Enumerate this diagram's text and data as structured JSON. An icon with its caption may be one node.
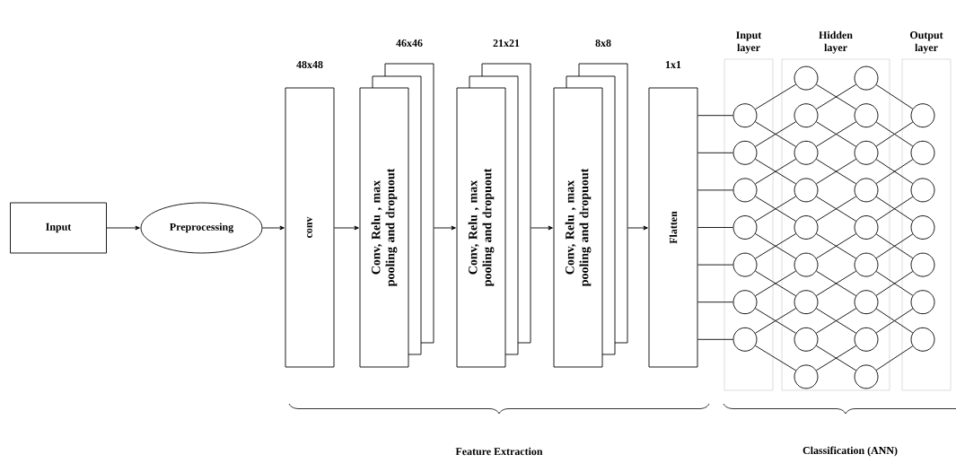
{
  "diagram": {
    "nodes": [
      {
        "text": [
          "Input"
        ]
      },
      {
        "text": [
          "Preprocessing"
        ]
      },
      {
        "text": [
          "conv"
        ],
        "beside": [
          "48x48"
        ]
      },
      {
        "text": [
          "Conv, Relu , max pooling and dropuout"
        ],
        "beside": [
          "46x46"
        ]
      },
      {
        "text": [
          "Conv, Relu , max pooling and dropuout"
        ],
        "beside": [
          "21x21"
        ]
      },
      {
        "text": [
          "Conv, Relu , max pooling and dropuout"
        ],
        "beside": [
          "8x8"
        ]
      },
      {
        "text": [
          "Flatten"
        ],
        "beside": [
          "1x1"
        ]
      },
      {
        "text": [
          "Input layer"
        ]
      },
      {
        "text": [
          "Hidden layer"
        ]
      },
      {
        "text": [
          "Output layer"
        ]
      },
      {
        "text": [],
        "shape": "circle",
        "in": 7
      },
      {
        "text": [],
        "shape": "circle",
        "in": 7
      },
      {
        "text": [],
        "shape": "circle",
        "in": 7
      },
      {
        "text": [],
        "shape": "circle",
        "in": 7
      },
      {
        "text": [],
        "shape": "circle",
        "in": 7
      },
      {
        "text": [],
        "shape": "circle",
        "in": 7
      },
      {
        "text": [],
        "shape": "circle",
        "in": 7
      },
      {
        "text": [],
        "shape": "circle",
        "in": 8
      },
      {
        "text": [],
        "shape": "circle",
        "in": 8
      },
      {
        "text": [],
        "shape": "circle",
        "in": 8
      },
      {
        "text": [],
        "shape": "circle",
        "in": 8
      },
      {
        "text": [],
        "shape": "circle",
        "in": 8
      },
      {
        "text": [],
        "shape": "circle",
        "in": 8
      },
      {
        "text": [],
        "shape": "circle",
        "in": 8
      },
      {
        "text": [],
        "shape": "circle",
        "in": 8
      },
      {
        "text": [],
        "shape": "circle",
        "in": 8
      },
      {
        "text": [],
        "shape": "circle",
        "in": 8
      },
      {
        "text": [],
        "shape": "circle",
        "in": 8
      },
      {
        "text": [],
        "shape": "circle",
        "in": 8
      },
      {
        "text": [],
        "shape": "circle",
        "in": 8
      },
      {
        "text": [],
        "shape": "circle",
        "in": 8
      },
      {
        "text": [],
        "shape": "circle",
        "in": 8
      },
      {
        "text": [],
        "shape": "circle",
        "in": 8
      },
      {
        "text": [],
        "shape": "circle",
        "in": 8
      },
      {
        "text": [],
        "shape": "circle",
        "in": 8
      },
      {
        "text": [],
        "shape": "circle",
        "in": 9
      },
      {
        "text": [],
        "shape": "circle",
        "in": 9
      },
      {
        "text": [],
        "shape": "circle",
        "in": 9
      },
      {
        "text": [],
        "shape": "circle",
        "in": 9
      },
      {
        "text": [],
        "shape": "circle",
        "in": 9
      },
      {
        "text": [],
        "shape": "circle",
        "in": 9
      },
      {
        "text": [],
        "shape": "circle",
        "in": 9
      }
    ],
    "edges": [
      {
        "from": 0,
        "to": 1,
        "arrow": "to"
      },
      {
        "from": 1,
        "to": 2,
        "arrow": "to"
      },
      {
        "from": 2,
        "to": 3,
        "arrow": "to"
      },
      {
        "from": 3,
        "to": 4,
        "arrow": "to"
      },
      {
        "from": 4,
        "to": 5,
        "arrow": "to"
      },
      {
        "from": 5,
        "to": 6,
        "arrow": "to"
      },
      {
        "from": 6,
        "to": 10,
        "arrow": "none"
      },
      {
        "from": 6,
        "to": 11,
        "arrow": "none"
      },
      {
        "from": 6,
        "to": 12,
        "arrow": "none"
      },
      {
        "from": 6,
        "to": 13,
        "arrow": "none"
      },
      {
        "from": 6,
        "to": 14,
        "arrow": "none"
      },
      {
        "from": 6,
        "to": 15,
        "arrow": "none"
      },
      {
        "from": 6,
        "to": 16,
        "arrow": "none"
      },
      {
        "from": 10,
        "to": 17,
        "arrow": "none"
      },
      {
        "from": 10,
        "to": 19,
        "arrow": "none"
      },
      {
        "from": 11,
        "to": 18,
        "arrow": "none"
      },
      {
        "from": 11,
        "to": 20,
        "arrow": "none"
      },
      {
        "from": 12,
        "to": 19,
        "arrow": "none"
      },
      {
        "from": 12,
        "to": 21,
        "arrow": "none"
      },
      {
        "from": 13,
        "to": 20,
        "arrow": "none"
      },
      {
        "from": 13,
        "to": 22,
        "arrow": "none"
      },
      {
        "from": 14,
        "to": 21,
        "arrow": "none"
      },
      {
        "from": 14,
        "to": 23,
        "arrow": "none"
      },
      {
        "from": 15,
        "to": 22,
        "arrow": "none"
      },
      {
        "from": 15,
        "to": 24,
        "arrow": "none"
      },
      {
        "from": 16,
        "to": 23,
        "arrow": "none"
      },
      {
        "from": 16,
        "to": 25,
        "arrow": "none"
      },
      {
        "from": 17,
        "to": 27,
        "arrow": "none"
      },
      {
        "from": 18,
        "to": 26,
        "arrow": "none"
      },
      {
        "from": 18,
        "to": 28,
        "arrow": "none"
      },
      {
        "from": 19,
        "to": 27,
        "arrow": "none"
      },
      {
        "from": 19,
        "to": 29,
        "arrow": "none"
      },
      {
        "from": 20,
        "to": 28,
        "arrow": "none"
      },
      {
        "from": 20,
        "to": 30,
        "arrow": "none"
      },
      {
        "from": 21,
        "to": 29,
        "arrow": "none"
      },
      {
        "from": 21,
        "to": 31,
        "arrow": "none"
      },
      {
        "from": 22,
        "to": 30,
        "arrow": "none"
      },
      {
        "from": 22,
        "to": 32,
        "arrow": "none"
      },
      {
        "from": 23,
        "to": 31,
        "arrow": "none"
      },
      {
        "from": 23,
        "to": 33,
        "arrow": "none"
      },
      {
        "from": 24,
        "to": 32,
        "arrow": "none"
      },
      {
        "from": 24,
        "to": 34,
        "arrow": "none"
      },
      {
        "from": 25,
        "to": 33,
        "arrow": "none"
      },
      {
        "from": 26,
        "to": 35,
        "arrow": "none"
      },
      {
        "from": 27,
        "to": 36,
        "arrow": "none"
      },
      {
        "from": 28,
        "to": 35,
        "arrow": "none"
      },
      {
        "from": 28,
        "to": 37,
        "arrow": "none"
      },
      {
        "from": 29,
        "to": 36,
        "arrow": "none"
      },
      {
        "from": 29,
        "to": 38,
        "arrow": "none"
      },
      {
        "from": 30,
        "to": 37,
        "arrow": "none"
      },
      {
        "from": 30,
        "to": 39,
        "arrow": "none"
      },
      {
        "from": 31,
        "to": 38,
        "arrow": "none"
      },
      {
        "from": 31,
        "to": 40,
        "arrow": "none"
      },
      {
        "from": 32,
        "to": 39,
        "arrow": "none"
      },
      {
        "from": 32,
        "to": 41,
        "arrow": "none"
      },
      {
        "from": 33,
        "to": 40,
        "arrow": "none"
      },
      {
        "from": 34,
        "to": 41,
        "arrow": "none"
      }
    ],
    "labels": [
      "Feature Extraction",
      "Classification (ANN)"
    ]
  }
}
